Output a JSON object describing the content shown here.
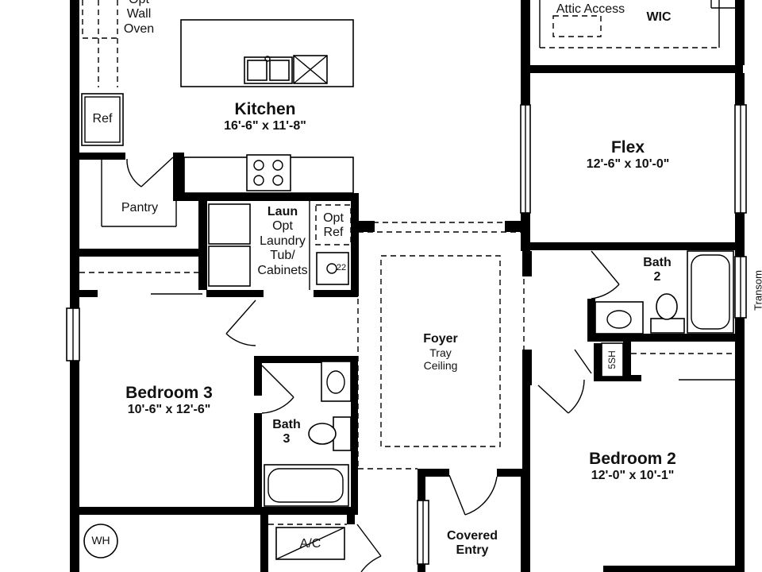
{
  "rooms": {
    "kitchen": {
      "name": "Kitchen",
      "dims": "16'-6\" x 11'-8\""
    },
    "flex": {
      "name": "Flex",
      "dims": "12'-6\" x 10'-0\""
    },
    "bedroom3": {
      "name": "Bedroom 3",
      "dims": "10'-6\" x 12'-6\""
    },
    "bedroom2": {
      "name": "Bedroom 2",
      "dims": "12'-0\" x 10'-1\""
    },
    "foyer": {
      "name": "Foyer",
      "note": "Tray Ceiling"
    },
    "bath2": {
      "name": "Bath",
      "num": "2"
    },
    "bath3": {
      "name": "Bath",
      "num": "3"
    },
    "laundry": {
      "name": "Laun",
      "note": [
        "Opt",
        "Laundry",
        "Tub/",
        "Cabinets"
      ]
    },
    "pantry": {
      "name": "Pantry"
    },
    "covered_entry": {
      "name": "Covered",
      "name2": "Entry"
    },
    "wic": {
      "name": "WIC"
    }
  },
  "fixtures": {
    "opt_wall_oven": [
      "Opt",
      "Wall",
      "Oven"
    ],
    "ref": "Ref",
    "opt_ref": [
      "Opt",
      "Ref"
    ],
    "attic_access": "Attic Access",
    "transom": "Transom",
    "linen": "5SH",
    "water_heater": "WH",
    "ac": "A/C",
    "washer_box": "22"
  }
}
